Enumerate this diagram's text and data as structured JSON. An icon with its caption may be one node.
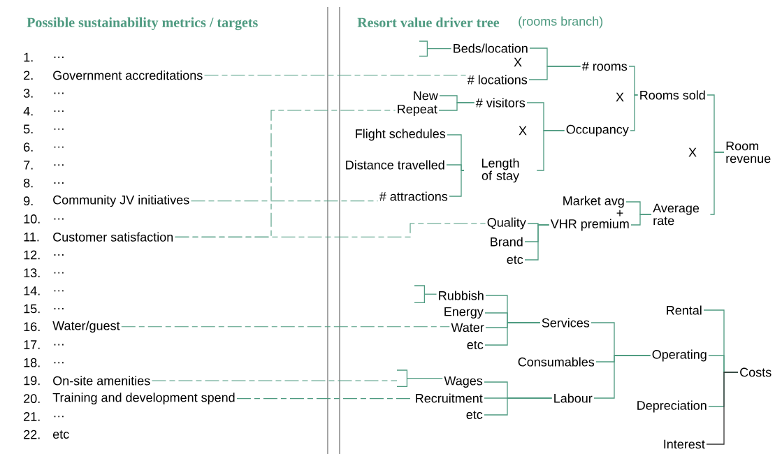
{
  "diagram": {
    "nodes": [
      {
        "text": [
          "…"
        ],
        "beside": [
          "1."
        ]
      },
      {
        "text": [
          "Government accreditations"
        ],
        "beside": [
          "2."
        ]
      },
      {
        "text": [
          "…"
        ],
        "beside": [
          "3."
        ]
      },
      {
        "text": [
          "…"
        ],
        "beside": [
          "4."
        ]
      },
      {
        "text": [
          "…"
        ],
        "beside": [
          "5."
        ]
      },
      {
        "text": [
          "…"
        ],
        "beside": [
          "6."
        ]
      },
      {
        "text": [
          "…"
        ],
        "beside": [
          "7."
        ]
      },
      {
        "text": [
          "…"
        ],
        "beside": [
          "8."
        ]
      },
      {
        "text": [
          "Community JV initiatives"
        ],
        "beside": [
          "9."
        ]
      },
      {
        "text": [
          "…"
        ],
        "beside": [
          "10."
        ]
      },
      {
        "text": [
          "Customer satisfaction"
        ],
        "beside": [
          "11."
        ]
      },
      {
        "text": [
          "…"
        ],
        "beside": [
          "12."
        ]
      },
      {
        "text": [
          "…"
        ],
        "beside": [
          "13."
        ]
      },
      {
        "text": [
          "…"
        ],
        "beside": [
          "14."
        ]
      },
      {
        "text": [
          "…"
        ],
        "beside": [
          "15."
        ]
      },
      {
        "text": [
          "Water/guest"
        ],
        "beside": [
          "16."
        ]
      },
      {
        "text": [
          "…"
        ],
        "beside": [
          "17."
        ]
      },
      {
        "text": [
          "…"
        ],
        "beside": [
          "18."
        ]
      },
      {
        "text": [
          "On-site amenities"
        ],
        "beside": [
          "19."
        ]
      },
      {
        "text": [
          "Training and development spend"
        ],
        "beside": [
          "20."
        ]
      },
      {
        "text": [
          "…"
        ],
        "beside": [
          "21."
        ]
      },
      {
        "text": [
          "etc"
        ],
        "beside": [
          "22."
        ]
      },
      {
        "text": [],
        "shape": "bracket"
      },
      {
        "text": [
          "Beds/location"
        ]
      },
      {
        "text": [
          "# locations"
        ]
      },
      {
        "text": [
          "# rooms"
        ]
      },
      {
        "text": [
          "New"
        ]
      },
      {
        "text": [
          "Repeat"
        ]
      },
      {
        "text": [
          "# visitors"
        ]
      },
      {
        "text": [
          "Flight schedules"
        ]
      },
      {
        "text": [
          "Distance travelled"
        ]
      },
      {
        "text": [
          "# attractions"
        ]
      },
      {
        "text": [
          "Length of stay"
        ]
      },
      {
        "text": [
          "Occupancy"
        ]
      },
      {
        "text": [
          "Rooms sold"
        ]
      },
      {
        "text": [
          "Market avg"
        ]
      },
      {
        "text": [
          "VHR premium"
        ]
      },
      {
        "text": [
          "Average rate"
        ]
      },
      {
        "text": [
          "Room revenue"
        ]
      },
      {
        "text": [
          "Quality"
        ]
      },
      {
        "text": [
          "Brand"
        ]
      },
      {
        "text": [
          "etc"
        ]
      },
      {
        "text": [],
        "shape": "bracket"
      },
      {
        "text": [
          "Rubbish"
        ]
      },
      {
        "text": [
          "Energy"
        ]
      },
      {
        "text": [
          "Water"
        ]
      },
      {
        "text": [
          "etc"
        ]
      },
      {
        "text": [
          "Services"
        ]
      },
      {
        "text": [
          "Consumables"
        ]
      },
      {
        "text": [
          "Labour"
        ]
      },
      {
        "text": [],
        "shape": "bracket"
      },
      {
        "text": [
          "Wages"
        ]
      },
      {
        "text": [
          "Recruitment"
        ]
      },
      {
        "text": [
          "etc"
        ]
      },
      {
        "text": [
          "Rental"
        ]
      },
      {
        "text": [
          "Operating"
        ]
      },
      {
        "text": [
          "Depreciation"
        ]
      },
      {
        "text": [
          "Interest"
        ]
      },
      {
        "text": [
          "Costs"
        ]
      }
    ],
    "edges": [
      {
        "from": 22,
        "to": 23,
        "arrow": "none"
      },
      {
        "from": 23,
        "to": 25,
        "arrow": "none"
      },
      {
        "from": 24,
        "to": 25,
        "arrow": "none"
      },
      {
        "from": 25,
        "to": 34,
        "arrow": "none"
      },
      {
        "from": 26,
        "to": 28,
        "arrow": "none"
      },
      {
        "from": 27,
        "to": 28,
        "arrow": "none"
      },
      {
        "from": 28,
        "to": 33,
        "arrow": "none"
      },
      {
        "from": 29,
        "to": 32,
        "arrow": "none"
      },
      {
        "from": 30,
        "to": 32,
        "arrow": "none"
      },
      {
        "from": 31,
        "to": 32,
        "arrow": "none"
      },
      {
        "from": 32,
        "to": 33,
        "arrow": "none"
      },
      {
        "from": 33,
        "to": 34,
        "arrow": "none"
      },
      {
        "from": 34,
        "to": 38,
        "arrow": "none"
      },
      {
        "from": 35,
        "to": 37,
        "arrow": "none"
      },
      {
        "from": 36,
        "to": 37,
        "arrow": "none"
      },
      {
        "from": 37,
        "to": 38,
        "arrow": "none"
      },
      {
        "from": 39,
        "to": 36,
        "arrow": "none"
      },
      {
        "from": 40,
        "to": 36,
        "arrow": "none"
      },
      {
        "from": 41,
        "to": 36,
        "arrow": "none"
      },
      {
        "from": 42,
        "to": 43,
        "arrow": "none"
      },
      {
        "from": 43,
        "to": 47,
        "arrow": "none"
      },
      {
        "from": 44,
        "to": 47,
        "arrow": "none"
      },
      {
        "from": 45,
        "to": 47,
        "arrow": "none"
      },
      {
        "from": 46,
        "to": 47,
        "arrow": "none"
      },
      {
        "from": 47,
        "to": 55,
        "arrow": "none"
      },
      {
        "from": 48,
        "to": 55,
        "arrow": "none"
      },
      {
        "from": 49,
        "to": 55,
        "arrow": "none"
      },
      {
        "from": 50,
        "to": 51,
        "arrow": "none"
      },
      {
        "from": 51,
        "to": 49,
        "arrow": "none"
      },
      {
        "from": 52,
        "to": 49,
        "arrow": "none"
      },
      {
        "from": 53,
        "to": 49,
        "arrow": "none"
      },
      {
        "from": 54,
        "to": 58,
        "arrow": "none"
      },
      {
        "from": 55,
        "to": 58,
        "arrow": "none"
      },
      {
        "from": 56,
        "to": 58,
        "arrow": "none"
      },
      {
        "from": 57,
        "to": 58,
        "arrow": "none",
        "color": "#333333"
      },
      {
        "from": 1,
        "to": 24,
        "arrow": "none",
        "style": "dashed"
      },
      {
        "from": 10,
        "to": 27,
        "arrow": "none",
        "style": "dashed"
      },
      {
        "from": 10,
        "to": 39,
        "arrow": "none",
        "style": "dashed"
      },
      {
        "from": 8,
        "to": 31,
        "arrow": "none",
        "style": "dashed"
      },
      {
        "from": 15,
        "to": 45,
        "arrow": "none",
        "style": "dashed"
      },
      {
        "from": 18,
        "to": 50,
        "arrow": "none",
        "style": "dashed"
      },
      {
        "from": 19,
        "to": 52,
        "arrow": "none",
        "style": "dashed"
      }
    ],
    "labels": [
      "Possible sustainability metrics / targets",
      "Resort value driver tree",
      "(rooms branch)",
      "X",
      "X",
      "X",
      "X",
      "+"
    ]
  }
}
